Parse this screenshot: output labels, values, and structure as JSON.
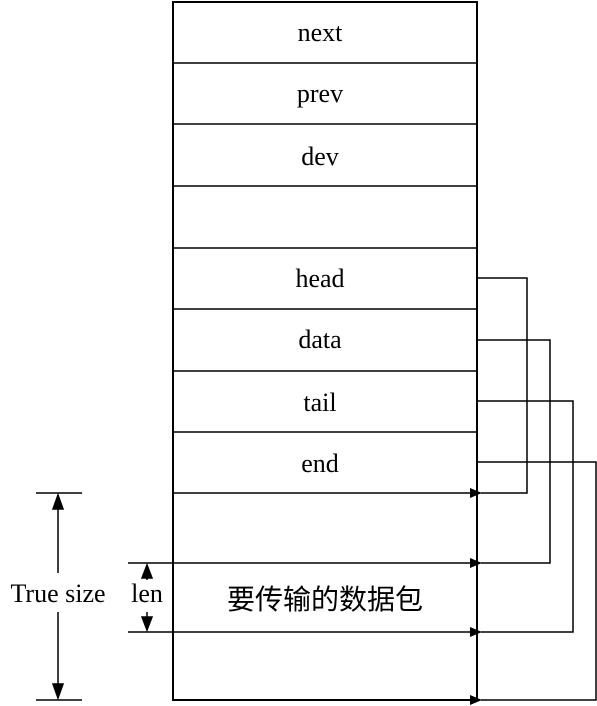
{
  "fields": [
    {
      "id": "next",
      "label": "next"
    },
    {
      "id": "prev",
      "label": "prev"
    },
    {
      "id": "dev",
      "label": "dev"
    },
    {
      "id": "blank",
      "label": ""
    },
    {
      "id": "head",
      "label": "head"
    },
    {
      "id": "data",
      "label": "data"
    },
    {
      "id": "tail",
      "label": "tail"
    },
    {
      "id": "end",
      "label": "end"
    }
  ],
  "buffer": {
    "payload_label": "要传输的数据包"
  },
  "dimensions": {
    "true_size_label": "True size",
    "len_label": "len"
  }
}
